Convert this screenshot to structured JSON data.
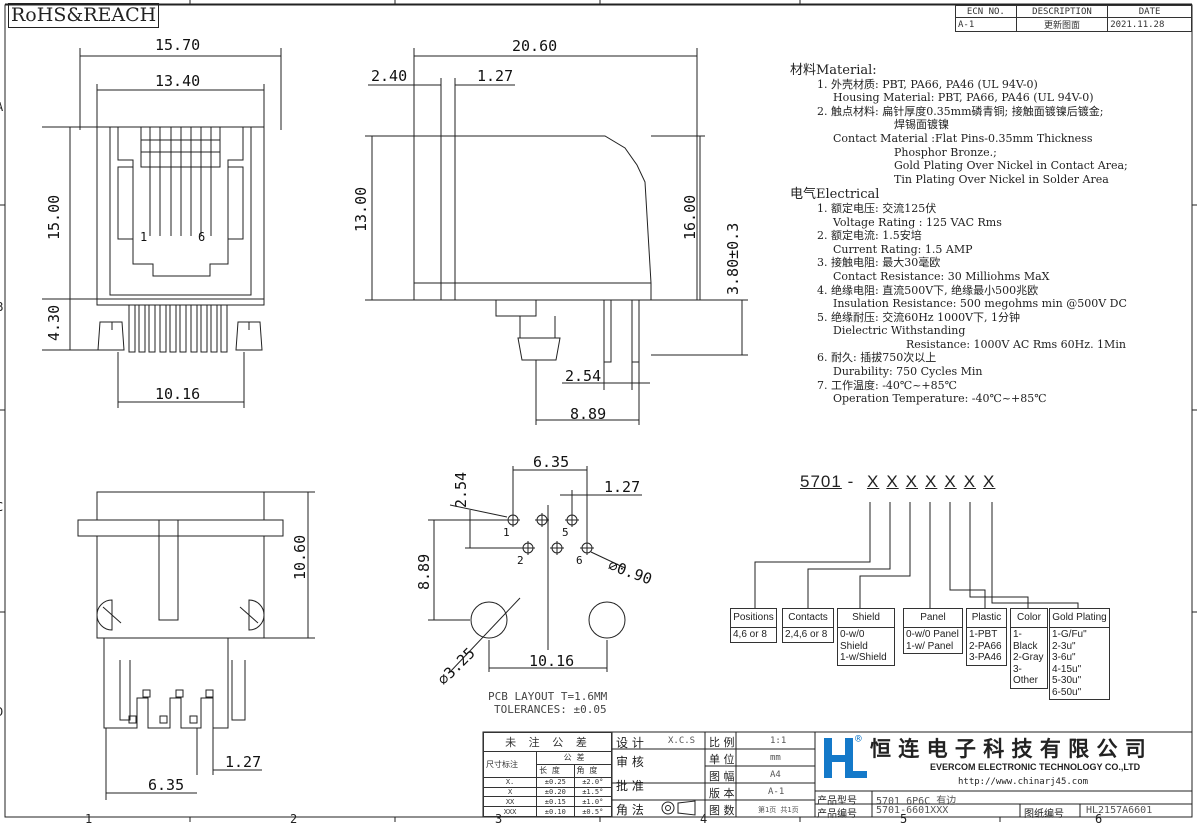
{
  "rohs_label": "RoHS&REACH",
  "revision_table": {
    "headers": [
      "ECN NO.",
      "DESCRIPTION",
      "DATE"
    ],
    "row": [
      "A-1",
      "更新图面",
      "2021.11.28"
    ]
  },
  "dimensions": {
    "front_width_outer": "15.70",
    "front_width_inner": "13.40",
    "front_height": "15.00",
    "front_pin_height": "4.30",
    "front_pin_span": "10.16",
    "front_pin1": "1",
    "front_pin6": "6",
    "side_length": "20.60",
    "side_offset_a": "2.40",
    "side_offset_b": "1.27",
    "side_height": "13.00",
    "side_total_height": "16.00",
    "side_standoff": "3.80±0.3",
    "side_pitch": "2.54",
    "side_pin_offset": "8.89",
    "pcb_row_span": "6.35",
    "pcb_pitch": "1.27",
    "pcb_row_gap": "2.54",
    "pcb_hole_dia": "⌀0.90",
    "pcb_post_y": "8.89",
    "pcb_post_span": "10.16",
    "pcb_post_dia": "⌀3.25",
    "pcb_hole1": "1",
    "pcb_hole2": "2",
    "pcb_hole5": "5",
    "pcb_hole6": "6",
    "pcb_note_1": "PCB LAYOUT T=1.6MM",
    "pcb_note_2": "TOLERANCES: ±0.05",
    "bottom_height": "10.60",
    "bottom_pitch": "1.27",
    "bottom_span": "6.35"
  },
  "materials": {
    "heading": "材料Material:",
    "lines": [
      {
        "t": "1. 外壳材质: PBT, PA66, PA46 (UL 94V-0)",
        "c": "ind1"
      },
      {
        "t": "Housing Material: PBT, PA66, PA46 (UL 94V-0)",
        "c": "ind2"
      },
      {
        "t": "2. 触点材料: 扁针厚度0.35mm磷青铜; 接触面镀镍后镀金;",
        "c": "ind1"
      },
      {
        "t": "焊锡面镀镍",
        "c": "ind3"
      },
      {
        "t": "Contact Material :Flat Pins-0.35mm Thickness",
        "c": "ind2"
      },
      {
        "t": "Phosphor Bronze.;",
        "c": "ind3"
      },
      {
        "t": "Gold Plating Over Nickel in Contact Area;",
        "c": "ind3"
      },
      {
        "t": "Tin Plating Over Nickel in Solder Area",
        "c": "ind3"
      }
    ]
  },
  "electrical": {
    "heading": "电气Electrical",
    "lines": [
      {
        "t": "1. 额定电压: 交流125伏",
        "c": "ind1"
      },
      {
        "t": "Voltage Rating : 125 VAC Rms",
        "c": "ind2"
      },
      {
        "t": "2. 额定电流: 1.5安培",
        "c": "ind1"
      },
      {
        "t": "Current Rating: 1.5 AMP",
        "c": "ind2"
      },
      {
        "t": "3. 接触电阻: 最大30毫欧",
        "c": "ind1"
      },
      {
        "t": "Contact Resistance: 30 Milliohms MaX",
        "c": "ind2"
      },
      {
        "t": "4. 绝缘电阻: 直流500V下, 绝缘最小500兆欧",
        "c": "ind1"
      },
      {
        "t": "Insulation Resistance: 500 megohms min @500V DC",
        "c": "ind2"
      },
      {
        "t": "5. 绝缘耐压: 交流60Hz 1000V下, 1分钟",
        "c": "ind1"
      },
      {
        "t": "Dielectric Withstanding",
        "c": "ind2"
      },
      {
        "t": "Resistance: 1000V AC Rms 60Hz. 1Min",
        "c": "ind4"
      },
      {
        "t": "6. 耐久: 插拔750次以上",
        "c": "ind1"
      },
      {
        "t": "Durability: 750 Cycles Min",
        "c": "ind2"
      },
      {
        "t": "7. 工作温度: -40℃~+85℃",
        "c": "ind1"
      },
      {
        "t": "Operation Temperature: -40℃~+85℃",
        "c": "ind2"
      }
    ]
  },
  "part_number": {
    "prefix": "5701",
    "sep": "-",
    "placeholders": [
      "X",
      "X",
      "X",
      "X",
      "X",
      "X",
      "X"
    ]
  },
  "ordering_boxes": [
    {
      "header": "Positions",
      "lines": [
        "4,6 or 8"
      ]
    },
    {
      "header": "Contacts",
      "lines": [
        "2,4,6 or 8"
      ]
    },
    {
      "header": "Shield",
      "lines": [
        "0-w/0 Shield",
        "1-w/Shield"
      ]
    },
    {
      "header": "Panel",
      "lines": [
        "0-w/0 Panel",
        "1-w/ Panel"
      ]
    },
    {
      "header": "Plastic",
      "lines": [
        "1-PBT",
        "2-PA66",
        "3-PA46"
      ]
    },
    {
      "header": "Color",
      "lines": [
        "1-Black",
        "2-Gray",
        "3-Other"
      ]
    },
    {
      "header": "Gold Plating",
      "lines": [
        "1-G/Fu\"",
        "2-3u\"",
        "3-6u\"",
        "4-15u\"",
        "5-30u\"",
        "6-50u\""
      ]
    }
  ],
  "tolerance_table": {
    "title": "未 注 公 差",
    "col_label": "尺寸标注",
    "sub_title": "公 差",
    "col_len": "长 度",
    "col_ang": "角 度",
    "rows": [
      [
        "X.",
        "±0.25",
        "±2.0°"
      ],
      [
        "X",
        "±0.20",
        "±1.5°"
      ],
      [
        "XX",
        "±0.15",
        "±1.0°"
      ],
      [
        "XXX",
        "±0.10",
        "±0.5°"
      ]
    ]
  },
  "signoff": {
    "design": "设 计",
    "designer": "X.C.S",
    "review": "审 核",
    "approve": "批 准",
    "angle": "角 法"
  },
  "drawing_info": {
    "scale_label": "比 例",
    "scale": "1:1",
    "unit_label": "单 位",
    "unit": "mm",
    "size_label": "图 幅",
    "size": "A4",
    "version_label": "版 本",
    "version": "A-1",
    "pages_label": "图 数",
    "pages": "第1页 共1页"
  },
  "company": {
    "logo_letter": "H",
    "registered": "®",
    "name_cn": "恒 连 电 子 科 技 有 限 公 司",
    "name_en": "EVERCOM ELECTRONIC TECHNOLOGY CO.,LTD",
    "url": "http://www.chinarj45.com"
  },
  "product": {
    "model_label": "产品型号",
    "model": "5701 6P6C 有边",
    "code_label": "产品编号",
    "code": "5701-6601XXX",
    "drawing_no_label": "图纸编号",
    "drawing_no": "HL2157A6601"
  },
  "frame_zones": {
    "bottom": [
      "1",
      "2",
      "3",
      "4",
      "5",
      "6"
    ],
    "left": [
      "A",
      "B",
      "C",
      "D"
    ]
  },
  "colors": {
    "ink": "#222222",
    "logo_blue": "#1479c9"
  }
}
